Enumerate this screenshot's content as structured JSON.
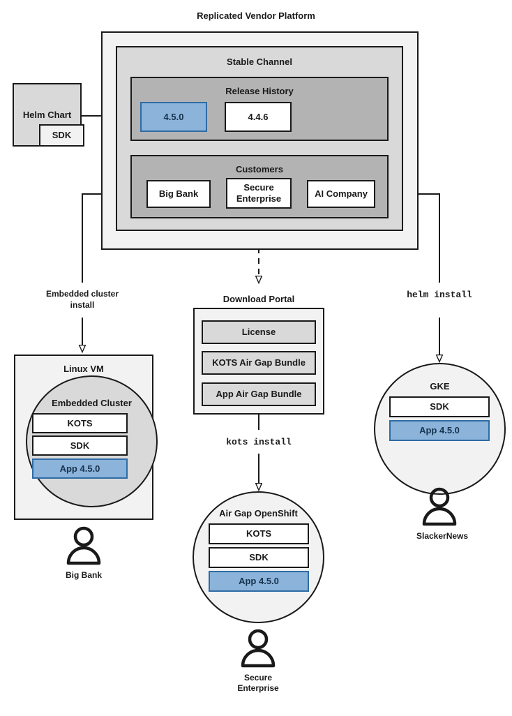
{
  "diagram": {
    "title": "Replicated Vendor Platform",
    "type": "architecture-flow"
  },
  "colors": {
    "outline": "#1a1a1a",
    "panel_outer": "#f2f2f2",
    "panel_mid": "#d9d9d9",
    "panel_inner": "#b3b3b3",
    "highlight_fill": "#8cb3da",
    "highlight_border": "#2e6ca4",
    "highlight_text": "#16334f",
    "box_fill": "#ffffff"
  },
  "source": {
    "helm_chart": "Helm Chart",
    "sdk": "SDK"
  },
  "platform": {
    "channel_title": "Stable Channel",
    "release_history": {
      "title": "Release History",
      "releases": [
        {
          "version": "4.5.0",
          "highlighted": true
        },
        {
          "version": "4.4.6",
          "highlighted": false
        }
      ]
    },
    "customers": {
      "title": "Customers",
      "items": [
        {
          "name": "Big Bank"
        },
        {
          "name": "Secure\nEnterprise"
        },
        {
          "name": "AI Company"
        }
      ]
    }
  },
  "edges": {
    "embedded_cluster_install": "Embedded cluster\ninstall",
    "kots_install": "kots install",
    "helm_install": "helm install"
  },
  "download_portal": {
    "title": "Download Portal",
    "artifacts": [
      "License",
      "KOTS Air Gap Bundle",
      "App Air Gap Bundle"
    ]
  },
  "targets": {
    "linux_vm": {
      "title": "Linux VM",
      "cluster_title": "Embedded Cluster",
      "components": [
        {
          "label": "KOTS",
          "highlighted": false
        },
        {
          "label": "SDK",
          "highlighted": false
        },
        {
          "label": "App 4.5.0",
          "highlighted": true
        }
      ],
      "actor": "Big Bank"
    },
    "airgap_openshift": {
      "title": "Air Gap OpenShift",
      "components": [
        {
          "label": "KOTS",
          "highlighted": false
        },
        {
          "label": "SDK",
          "highlighted": false
        },
        {
          "label": "App 4.5.0",
          "highlighted": true
        }
      ],
      "actor": "Secure\nEnterprise"
    },
    "gke": {
      "title": "GKE",
      "components": [
        {
          "label": "SDK",
          "highlighted": false
        },
        {
          "label": "App 4.5.0",
          "highlighted": true
        }
      ],
      "actor": "SlackerNews"
    }
  },
  "icons": {
    "actor": "person-icon",
    "arrow": "arrowhead-icon"
  }
}
